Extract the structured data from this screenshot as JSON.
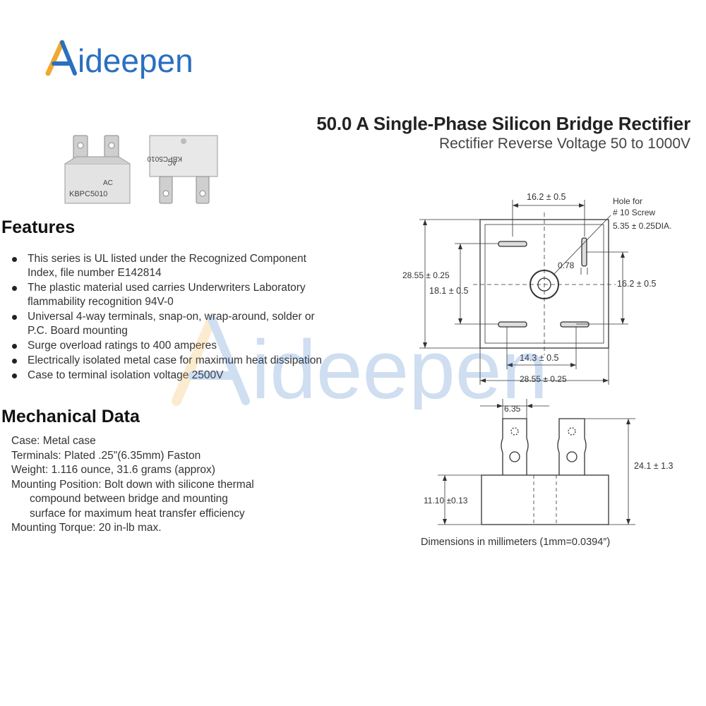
{
  "brand": {
    "name": "Aideepen",
    "primary_color": "#2a6fc0",
    "accent_color": "#f0a830"
  },
  "header": {
    "title": "50.0 A Single-Phase Silicon Bridge Rectifier",
    "subtitle": "Rectifier Reverse Voltage 50 to 1000V"
  },
  "product_photos": [
    {
      "marking_line1": "AC",
      "marking_line2": "KBPC5010"
    },
    {
      "marking_line1": "KBPC5010",
      "marking_line2": "AC"
    }
  ],
  "features": {
    "heading": "Features",
    "items": [
      "This series is UL listed under the Recognized Component Index, file number E142814",
      "The plastic material used carries Underwriters Laboratory flammability recognition 94V-0",
      "Universal 4-way terminals, snap-on, wrap-around, solder or P.C. Board mounting",
      "Surge overload ratings to 400 amperes",
      "Electrically isolated metal case for maximum heat dissipation",
      "Case to terminal isolation voltage 2500V"
    ]
  },
  "mechanical": {
    "heading": "Mechanical Data",
    "lines": [
      "Case: Metal case",
      "Terminals: Plated .25\"(6.35mm) Faston",
      "Weight: 1.116 ounce, 31.6 grams (approx)",
      "Mounting Position: Bolt down with silicone thermal",
      "compound between bridge and mounting",
      "surface for maximum heat transfer efficiency",
      "Mounting Torque: 20 in-lb max."
    ]
  },
  "drawing": {
    "top_view": {
      "dim_top": "16.2 ± 0.5",
      "hole_note_1": "Hole for",
      "hole_note_2": "# 10 Screw",
      "hole_note_3": "5.35 ± 0.25DIA.",
      "dim_outer_left": "28.55 ± 0.25",
      "dim_inner_left": "18.1 ± 0.5",
      "dim_pin": "0.78",
      "dim_right": "16.2 ± 0.5",
      "dim_bottom_inner": "14.3 ± 0.5",
      "dim_bottom_outer": "28.55 ± 0.25"
    },
    "side_view": {
      "dim_terminal": "6.35",
      "dim_total_height": "24.1 ± 1.3",
      "dim_body_height": "11.10 ±0.13"
    },
    "caption": "Dimensions in millimeters (1mm=0.0394″)"
  }
}
